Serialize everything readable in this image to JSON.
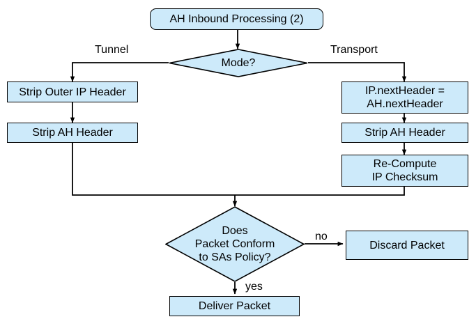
{
  "diagram": {
    "title": "AH Inbound Processing (2)",
    "fill_color": "#cdeafa",
    "stroke_color": "#000000",
    "background_color": "#ffffff",
    "nodes": {
      "start": {
        "label": "AH Inbound Processing (2)",
        "shape": "rounded-rectangle"
      },
      "mode_decision": {
        "label": "Mode?",
        "shape": "diamond"
      },
      "strip_outer_ip_header": {
        "label": "Strip Outer IP Header",
        "shape": "rectangle"
      },
      "strip_ah_header_tunnel": {
        "label": "Strip AH Header",
        "shape": "rectangle"
      },
      "set_next_header": {
        "label": "IP.nextHeader =\nAH.nextHeader",
        "shape": "rectangle"
      },
      "strip_ah_header_transport": {
        "label": "Strip AH Header",
        "shape": "rectangle"
      },
      "recompute_checksum": {
        "label": "Re-Compute\nIP Checksum",
        "shape": "rectangle"
      },
      "policy_decision": {
        "label": "Does\nPacket Conform\nto SAs Policy?",
        "shape": "diamond"
      },
      "discard_packet": {
        "label": "Discard Packet",
        "shape": "rectangle"
      },
      "deliver_packet": {
        "label": "Deliver Packet",
        "shape": "rectangle"
      }
    },
    "edge_labels": {
      "tunnel": "Tunnel",
      "transport": "Transport",
      "no": "no",
      "yes": "yes"
    }
  }
}
